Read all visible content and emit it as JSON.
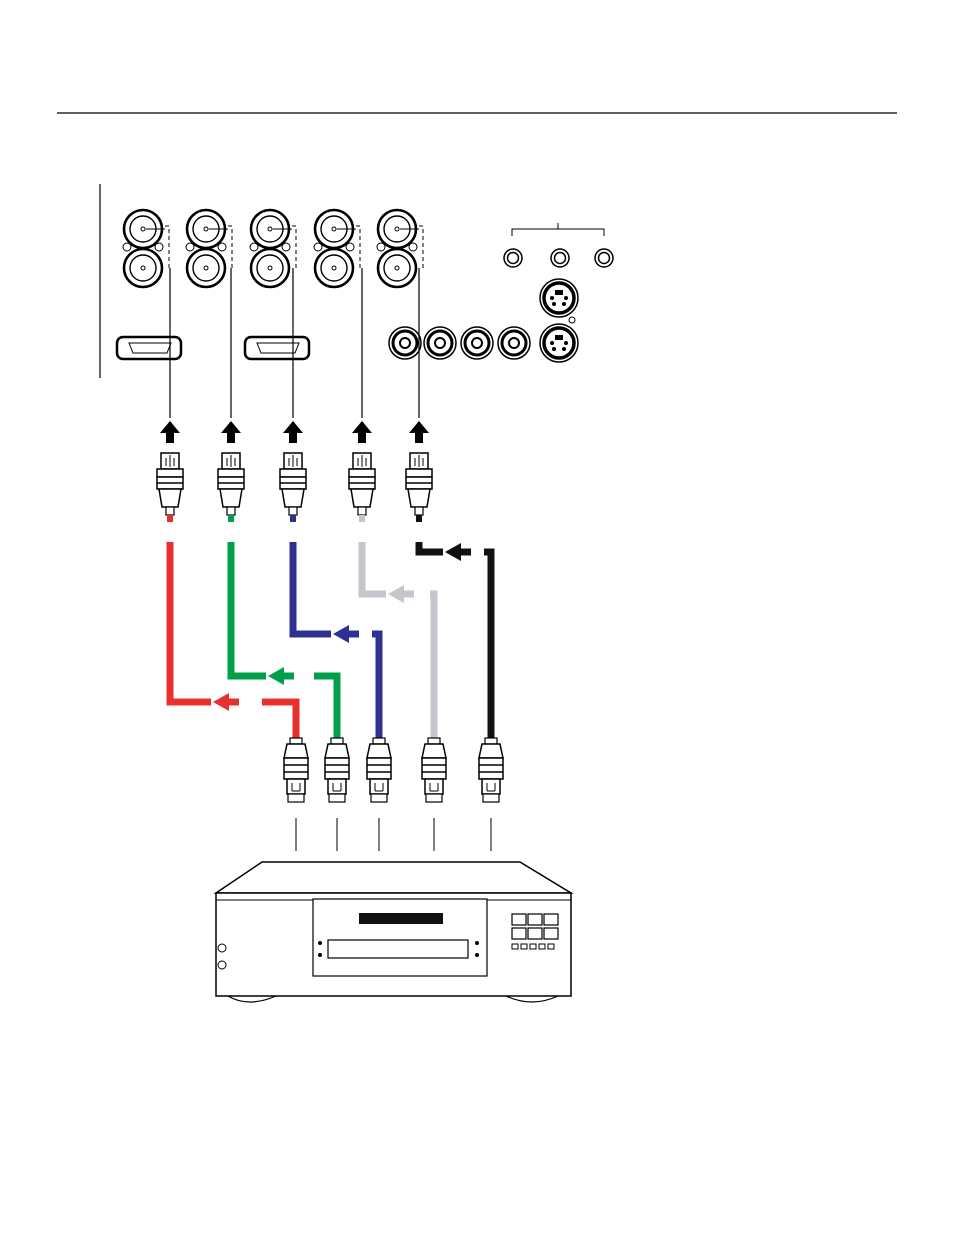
{
  "diagram": {
    "cables": [
      {
        "name": "red",
        "color": "#e8312f"
      },
      {
        "name": "green",
        "color": "#00a04a"
      },
      {
        "name": "blue",
        "color": "#2e3192"
      },
      {
        "name": "gray",
        "color": "#c3c6cb"
      },
      {
        "name": "black",
        "color": "#111111"
      }
    ],
    "panel": {
      "bnc_columns": 5,
      "hdmi_ports": 2,
      "rca_jacks": 4,
      "svideo_ports": 2,
      "small_jacks": 3
    },
    "source_device": {
      "icon": "component-video-source-device-icon"
    }
  }
}
